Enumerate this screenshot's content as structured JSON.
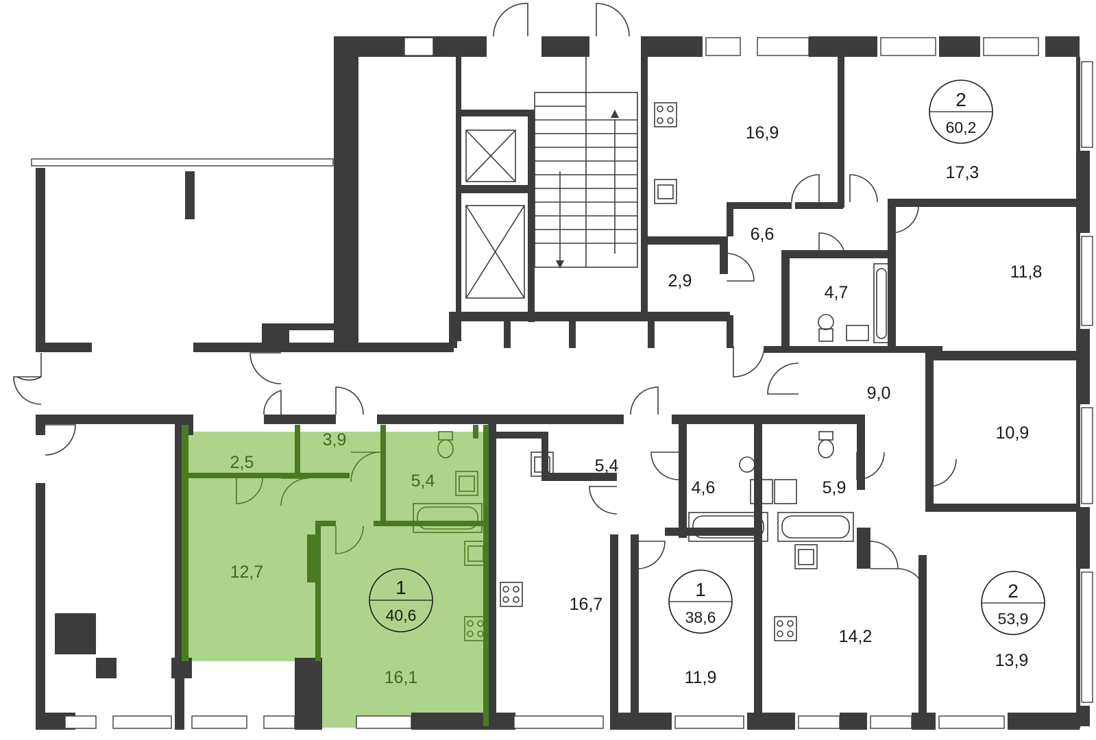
{
  "highlight_color": "#aed48b",
  "wall_color": "#3c3c3c",
  "highlight_wall_color": "#4a7a22",
  "rooms": [
    {
      "id": "r1",
      "area": "16,9"
    },
    {
      "id": "r2",
      "area": "17,3"
    },
    {
      "id": "r3",
      "area": "6,6"
    },
    {
      "id": "r4",
      "area": "2,9"
    },
    {
      "id": "r5",
      "area": "4,7"
    },
    {
      "id": "r6",
      "area": "11,8"
    },
    {
      "id": "r7",
      "area": "9,0"
    },
    {
      "id": "r8",
      "area": "10,9"
    },
    {
      "id": "r9",
      "area": "5,4"
    },
    {
      "id": "r10",
      "area": "4,6"
    },
    {
      "id": "r11",
      "area": "5,9"
    },
    {
      "id": "r12",
      "area": "16,7"
    },
    {
      "id": "r13",
      "area": "11,9"
    },
    {
      "id": "r14",
      "area": "14,2"
    },
    {
      "id": "r15",
      "area": "13,9"
    },
    {
      "id": "r16",
      "area": "2,5"
    },
    {
      "id": "r17",
      "area": "3,9"
    },
    {
      "id": "r18",
      "area": "5,4"
    },
    {
      "id": "r19",
      "area": "12,7"
    },
    {
      "id": "r20",
      "area": "16,1"
    }
  ],
  "apartments": [
    {
      "id": "a1",
      "rooms": "2",
      "area": "60,2"
    },
    {
      "id": "a2",
      "rooms": "1",
      "area": "40,6",
      "highlighted": true
    },
    {
      "id": "a3",
      "rooms": "1",
      "area": "38,6"
    },
    {
      "id": "a4",
      "rooms": "2",
      "area": "53,9"
    }
  ]
}
